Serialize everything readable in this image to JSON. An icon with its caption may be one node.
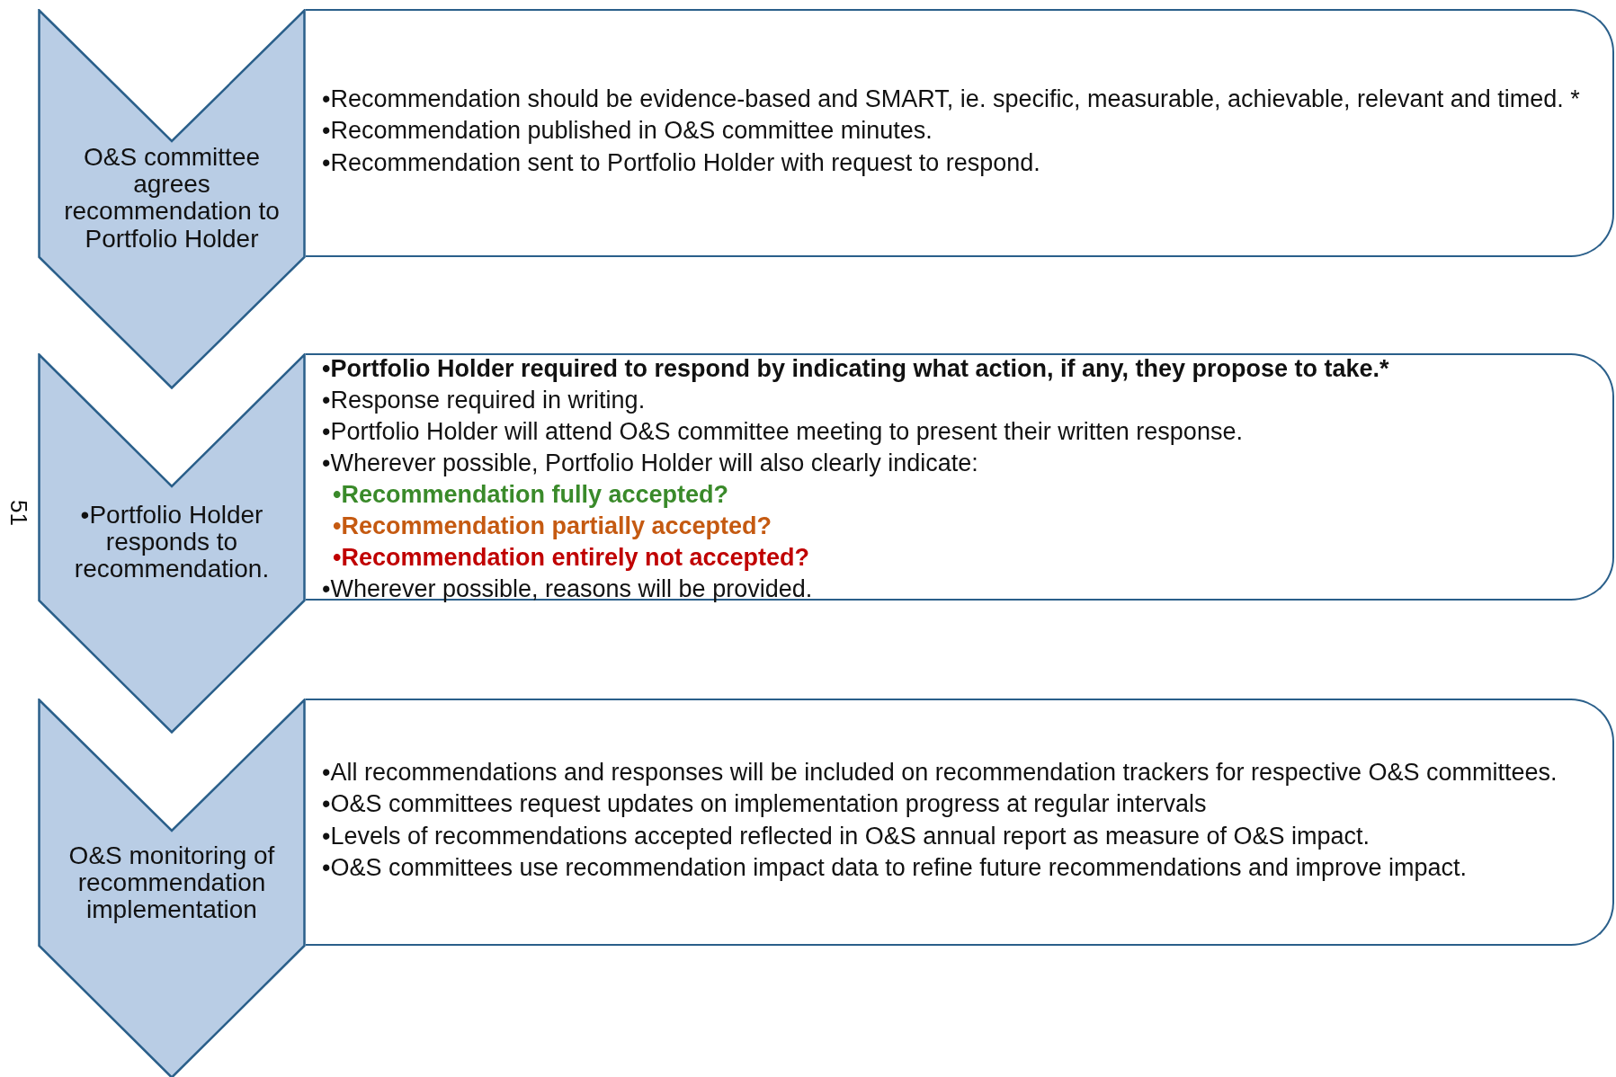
{
  "diagram": {
    "nodes": [
      {
        "text": [
          "O&S committee agrees recommendation to Portfolio Holder"
        ]
      },
      {
        "text": [
          "•Recommendation should be evidence-based and SMART, ie. specific, measurable, achievable, relevant and timed. *",
          "•Recommendation published in O&S committee minutes.",
          "•Recommendation sent to Portfolio Holder with request to respond."
        ]
      },
      {
        "text": [
          "•Portfolio Holder responds to recommendation."
        ]
      },
      {
        "text": [
          "•Portfolio Holder required to respond by indicating what action, if any, they propose to take.*",
          "•Response required in writing.",
          "•Portfolio Holder will attend O&S committee meeting to present their written response.",
          "•Wherever possible, Portfolio Holder will also clearly indicate:",
          "•Recommendation fully accepted?",
          "•Recommendation partially accepted?",
          "•Recommendation entirely not accepted?",
          "•Wherever possible, reasons will be provided."
        ]
      },
      {
        "text": [
          "O&S monitoring of recommendation implementation"
        ]
      },
      {
        "text": [
          "•All recommendations and responses will be included on recommendation trackers for respective O&S committees.",
          "•O&S committees request updates on implementation progress at regular intervals",
          "•Levels of recommendations accepted reflected in O&S annual report as measure of O&S impact.",
          "•O&S committees use recommendation impact data to refine future recommendations and improve impact."
        ]
      }
    ],
    "labels": [
      "51"
    ]
  }
}
